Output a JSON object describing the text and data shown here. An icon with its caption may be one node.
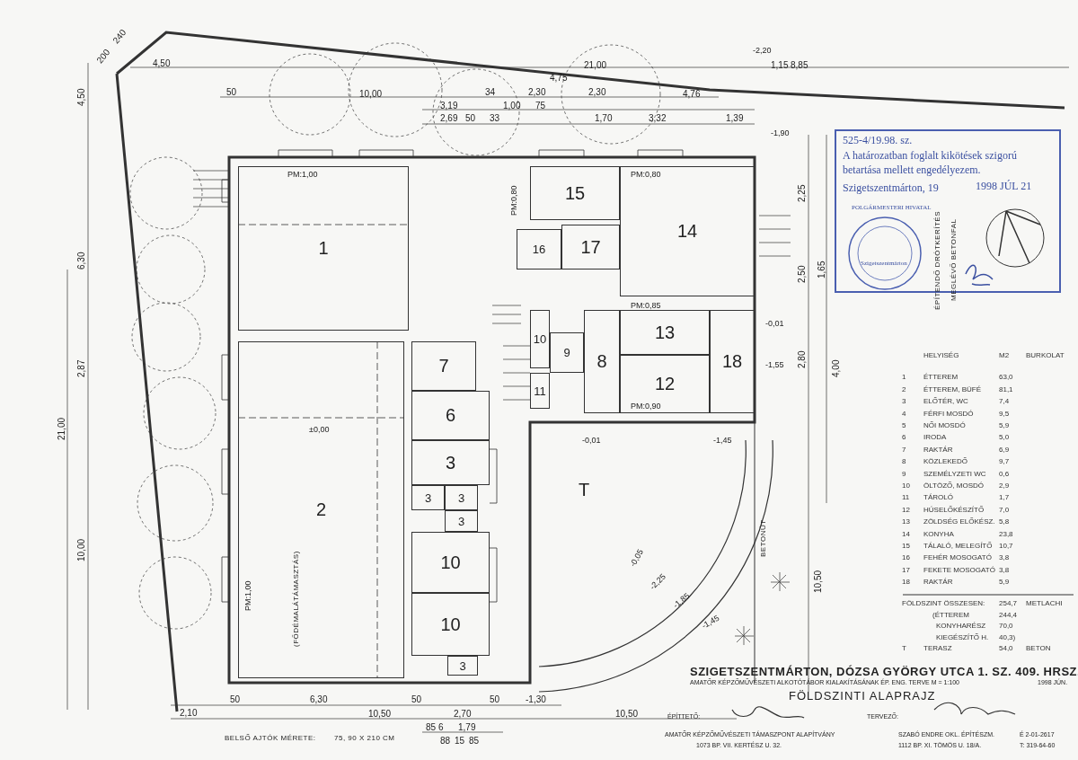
{
  "diagram": {
    "title": "FÖLDSZINTI ALAPRAJZ",
    "nodes": [
      {
        "text": [
          "1"
        ]
      },
      {
        "text": [
          "15"
        ]
      },
      {
        "text": [
          "14"
        ]
      },
      {
        "text": [
          "16"
        ]
      },
      {
        "text": [
          "17"
        ]
      },
      {
        "text": [
          "10"
        ]
      },
      {
        "text": [
          "9"
        ]
      },
      {
        "text": [
          "8"
        ]
      },
      {
        "text": [
          "13"
        ]
      },
      {
        "text": [
          "18"
        ]
      },
      {
        "text": [
          "7"
        ]
      },
      {
        "text": [
          "12"
        ]
      },
      {
        "text": [
          "11"
        ]
      },
      {
        "text": [
          "2"
        ]
      },
      {
        "text": [
          "6"
        ]
      },
      {
        "text": [
          "3"
        ]
      },
      {
        "text": [
          "3"
        ]
      },
      {
        "text": [
          "3"
        ]
      },
      {
        "text": [
          "3"
        ]
      },
      {
        "text": [
          "T"
        ]
      },
      {
        "text": [
          "10"
        ]
      },
      {
        "text": [
          "10"
        ]
      },
      {
        "text": [
          "3"
        ]
      }
    ],
    "labels": [
      "-2,20",
      "4,50",
      "240",
      "200",
      "21,00",
      "1,15",
      "8,85",
      "4,75",
      "4,50",
      "50",
      "10,00",
      "34",
      "2,30",
      "2,30",
      "4,76",
      "3,19",
      "1,00",
      "75",
      "2,69",
      "50",
      "33",
      "1,70",
      "3,32",
      "1,39",
      "-1,90",
      "PM:1,00",
      "PM:0,80",
      "PM:0,80",
      "6,30",
      "2,25",
      "2,50",
      "1,65",
      "-0,01",
      "PM:0,85",
      "2,87",
      "21,00",
      "2,80",
      "4,00",
      "-1,55",
      "PM:0,90",
      "±0,00",
      "-0,01",
      "-1,45",
      "10,00",
      "PM:1,00",
      "(FŐDÉMALÁTÁMASZTÁS)",
      "-0,05",
      "-2,25",
      "-1,85",
      "-1,45",
      "BETONÚT",
      "10,50",
      "ÉPÍTENDŐ DRÓTKERÍTÉS",
      "MEGLÉVŐ BETONFAL",
      "2,10",
      "50",
      "6,30",
      "10,50",
      "50",
      "2,70",
      "50",
      "-1,30",
      "10,50",
      "85",
      "6",
      "1,79",
      "88",
      "15",
      "85",
      "BELSŐ AJTÓK MÉRETE:",
      "75, 90 X 210 CM",
      "525-4/19.98. sz.",
      "A határozatban foglalt kikötések szigorú betartása mellett engedélyezem.",
      "Szigetszentmárton, 19",
      "1998 JÚL 21",
      "POLGÁRMESTERI HIVATAL",
      "Szigetszentmárton",
      "HELYISÉG",
      "M2",
      "BURKOLAT",
      "1",
      "ÉTTEREM",
      "63,0",
      "2",
      "ÉTTEREM, BÜFÉ",
      "81,1",
      "3",
      "ELŐTÉR, WC",
      "7,4",
      "4",
      "FÉRFI MOSDÓ",
      "9,5",
      "5",
      "NŐI MOSDÓ",
      "5,9",
      "6",
      "IRODA",
      "5,0",
      "7",
      "RAKTÁR",
      "6,9",
      "8",
      "KÖZLEKEDŐ",
      "9,7",
      "9",
      "SZEMÉLYZETI WC",
      "0,6",
      "10",
      "ÖLTÖZŐ, MOSDÓ",
      "2,9",
      "11",
      "TÁROLÓ",
      "1,7",
      "12",
      "HÚSELŐKÉSZÍTŐ",
      "7,0",
      "13",
      "ZÖLDSÉG ELŐKÉSZ.",
      "5,8",
      "14",
      "KONYHA",
      "23,8",
      "15",
      "TÁLALÓ, MELEGÍTŐ",
      "10,7",
      "16",
      "FEHÉR MOSOGATÓ",
      "3,8",
      "17",
      "FEKETE MOSOGATÓ",
      "3,8",
      "18",
      "RAKTÁR",
      "5,9",
      "FÖLDSZINT ÖSSZESEN:",
      "254,7",
      "METLACHI",
      "(ÉTTEREM",
      "244,4",
      "KONYHARÉSZ",
      "70,0",
      "KIEGÉSZÍTŐ H.",
      "40,3)",
      "T",
      "TERASZ",
      "54,0",
      "BETON",
      "SZIGETSZENTMÁRTON, DÓZSA GYÖRGY UTCA 1. SZ. 409. HRSZ.",
      "AMATŐR KÉPZŐMŰVÉSZETI ALKOTÓTÁBOR KIALAKÍTÁSÁNAK ÉP. ENG. TERVE M = 1:100",
      "1998 JÚN.",
      "ÉPÍTTETŐ:",
      "TERVEZŐ:",
      "AMATŐR KÉPZŐMŰVÉSZETI TÁMASZPONT ALAPÍTVÁNY",
      "1073 BP. VII. KERTÉSZ U. 32.",
      "SZABÓ ENDRE OKL. ÉPÍTÉSZM.",
      "É 2-01-2617",
      "1112 BP. XI. TÖMÖS U. 18/A.",
      "T: 319-64-60"
    ]
  }
}
